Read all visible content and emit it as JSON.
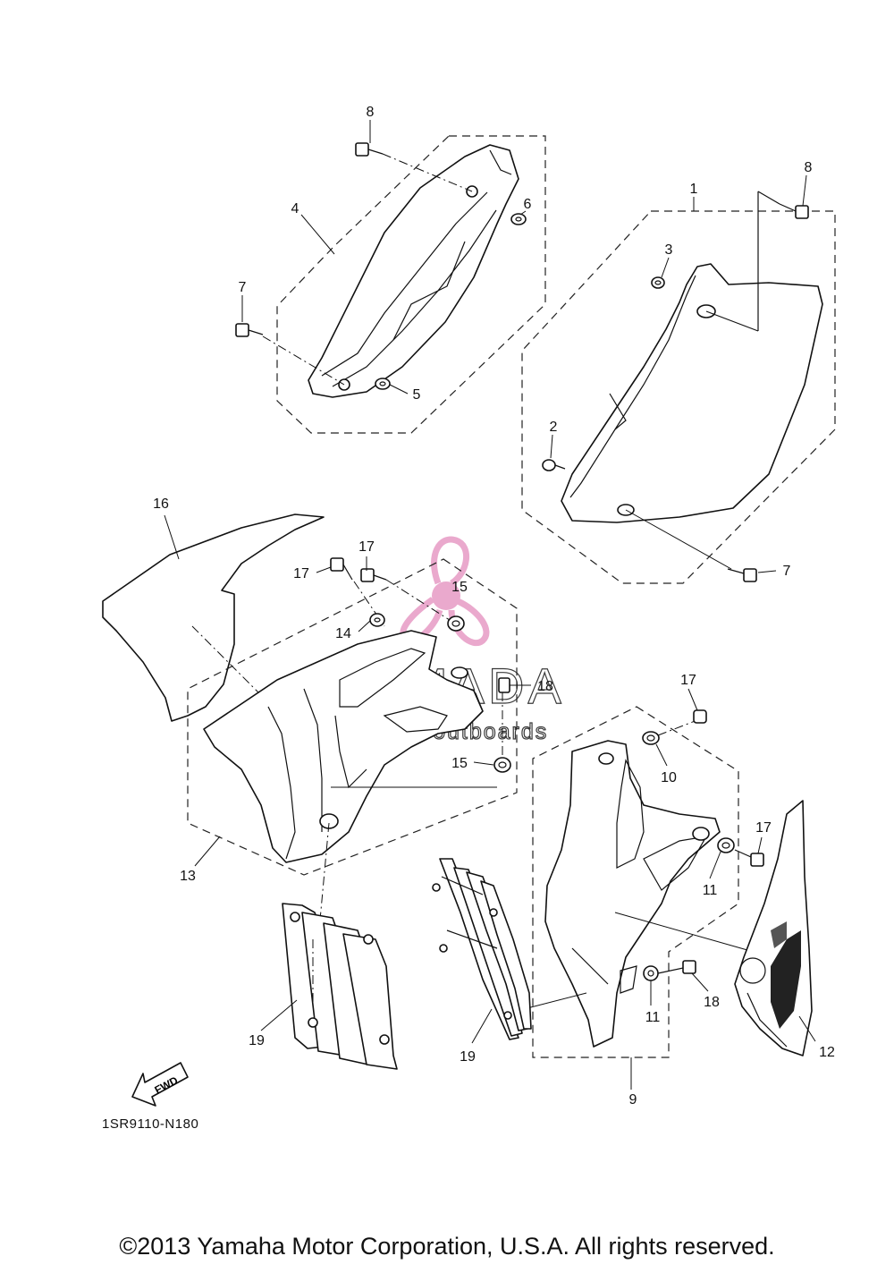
{
  "diagram": {
    "code": "1SR9110-N180",
    "copyright": "©2013 Yamaha Motor Corporation, U.S.A. All rights reserved.",
    "fwd_label": "FWD",
    "watermark": {
      "brand": "ARMADA",
      "tagline": "marine outboards"
    },
    "callouts": [
      {
        "id": "c8a",
        "label": "8"
      },
      {
        "id": "c4",
        "label": "4"
      },
      {
        "id": "c6",
        "label": "6"
      },
      {
        "id": "c7a",
        "label": "7"
      },
      {
        "id": "c5",
        "label": "5"
      },
      {
        "id": "c8b",
        "label": "8"
      },
      {
        "id": "c1",
        "label": "1"
      },
      {
        "id": "c3",
        "label": "3"
      },
      {
        "id": "c2",
        "label": "2"
      },
      {
        "id": "c7b",
        "label": "7"
      },
      {
        "id": "c16",
        "label": "16"
      },
      {
        "id": "c17a",
        "label": "17"
      },
      {
        "id": "c17b",
        "label": "17"
      },
      {
        "id": "c15a",
        "label": "15"
      },
      {
        "id": "c14",
        "label": "14"
      },
      {
        "id": "c18a",
        "label": "18"
      },
      {
        "id": "c15b",
        "label": "15"
      },
      {
        "id": "c13",
        "label": "13"
      },
      {
        "id": "c17c",
        "label": "17"
      },
      {
        "id": "c10",
        "label": "10"
      },
      {
        "id": "c17d",
        "label": "17"
      },
      {
        "id": "c11a",
        "label": "11"
      },
      {
        "id": "c11b",
        "label": "11"
      },
      {
        "id": "c18b",
        "label": "18"
      },
      {
        "id": "c12",
        "label": "12"
      },
      {
        "id": "c9",
        "label": "9"
      },
      {
        "id": "c19a",
        "label": "19"
      },
      {
        "id": "c19b",
        "label": "19"
      }
    ]
  }
}
